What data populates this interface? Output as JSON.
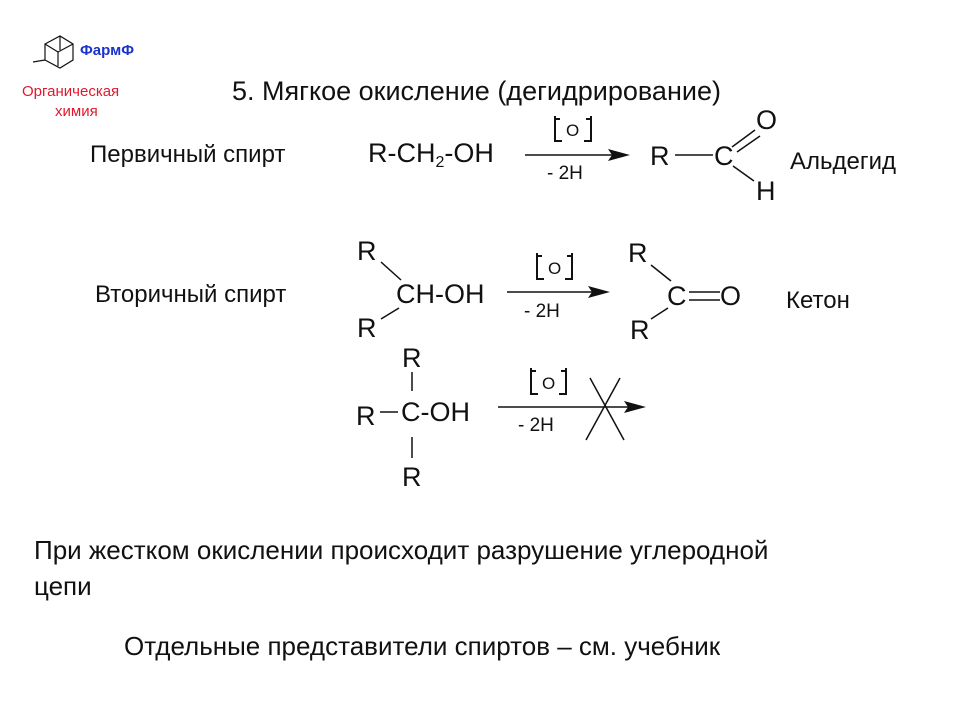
{
  "logo": {
    "brand": "ФармФ",
    "subject_line1": "Органическая",
    "subject_line2": "химия"
  },
  "title": "5. Мягкое окисление (дегидрирование)",
  "colors": {
    "brand_blue": "#1a33cc",
    "subject_red": "#e0182e",
    "text": "#111111"
  },
  "reactions": {
    "primary": {
      "label": "Первичный спирт",
      "reactant_pre": "R-CH",
      "reactant_sub": "2",
      "reactant_post": "-OH",
      "oxidant": "O",
      "minus": "- 2H",
      "product_R": "R",
      "product_C": "C",
      "product_O": "O",
      "product_H": "H",
      "product_name": "Альдегид"
    },
    "secondary": {
      "label": "Вторичный спирт",
      "R_top": "R",
      "R_bottom": "R",
      "center": "CH-OH",
      "oxidant": "O",
      "minus": "- 2H",
      "product_R_top": "R",
      "product_R_bottom": "R",
      "product_C": "C",
      "product_O": "O",
      "product_name": "Кетон"
    },
    "tertiary": {
      "R_top": "R",
      "R_left": "R",
      "R_bottom": "R",
      "center": "C-OH",
      "oxidant": "O",
      "minus": "- 2H"
    }
  },
  "notes": {
    "hard_oxidation_line1": "При жестком окислении происходит разрушение углеродной",
    "hard_oxidation_line2": "цепи",
    "see_textbook": "Отдельные представители спиртов – см. учебник"
  }
}
